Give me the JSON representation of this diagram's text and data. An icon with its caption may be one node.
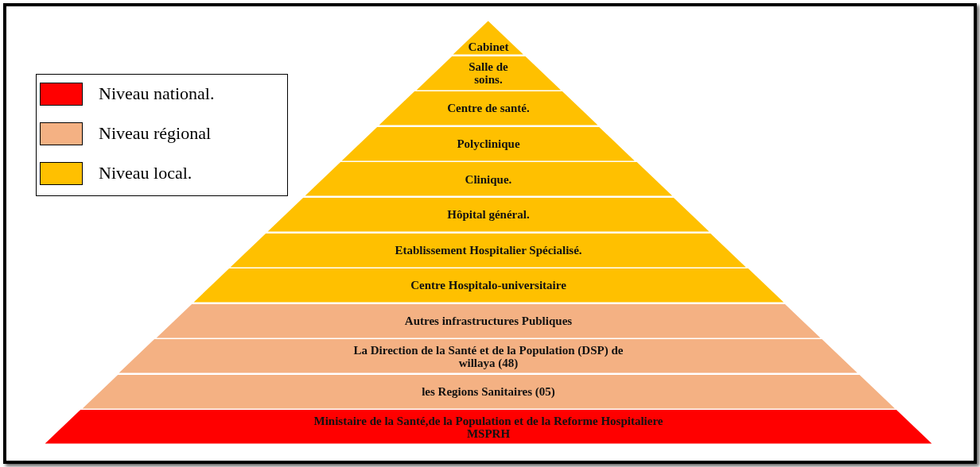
{
  "diagram": {
    "nodes": [
      {
        "text": [
          "Cabinet"
        ]
      },
      {
        "text": [
          "Salle de soins."
        ]
      },
      {
        "text": [
          "Centre de santé."
        ]
      },
      {
        "text": [
          "Polyclinique"
        ]
      },
      {
        "text": [
          "Clinique."
        ]
      },
      {
        "text": [
          "Hôpital général."
        ]
      },
      {
        "text": [
          "Etablissement Hospitalier Spécialisé."
        ]
      },
      {
        "text": [
          "Centre Hospitalo-universitaire"
        ]
      },
      {
        "text": [
          "Autres infrastructures Publiques"
        ]
      },
      {
        "text": [
          "La Direction de la Santé et de la Population (DSP) de willaya (48)"
        ]
      },
      {
        "text": [
          "les Regions Sanitaires (05)"
        ]
      },
      {
        "text": [
          "Ministaire de la Santé,de la Population et de la Reforme Hospitaliere MSPRH"
        ]
      }
    ],
    "legend": [
      {
        "text": "Niveau national.",
        "color": "#ff0000"
      },
      {
        "text": "Niveau régional",
        "color": "#f4b183"
      },
      {
        "text": "Niveau local.",
        "color": "#ffc000"
      }
    ]
  }
}
